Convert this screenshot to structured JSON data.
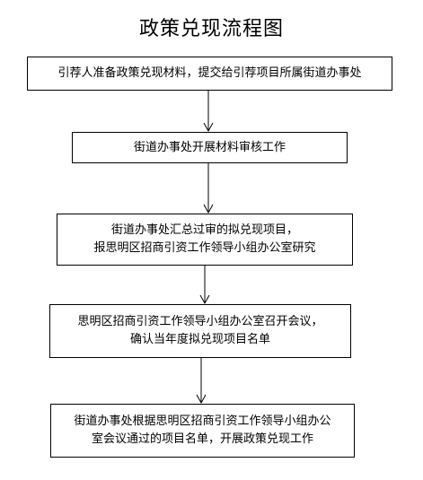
{
  "title": "政策兑现流程图",
  "steps": [
    {
      "lines": [
        "引荐人准备政策兑现材料，提交给引荐项目所属街道办事处"
      ]
    },
    {
      "lines": [
        "街道办事处开展材料审核工作"
      ]
    },
    {
      "lines": [
        "街道办事处汇总过审的拟兑现项目，",
        "报思明区招商引资工作领导小组办公室研究"
      ]
    },
    {
      "lines": [
        "思明区招商引资工作领导小组办公室召开会议，",
        "确认当年度拟兑现项目名单"
      ]
    },
    {
      "lines": [
        "街道办事处根据思明区招商引资工作领导小组办公",
        "室会议通过的项目名单，开展政策兑现工作"
      ]
    }
  ],
  "colors": {
    "stroke": "#000000",
    "text": "#000000",
    "background": "#ffffff"
  }
}
